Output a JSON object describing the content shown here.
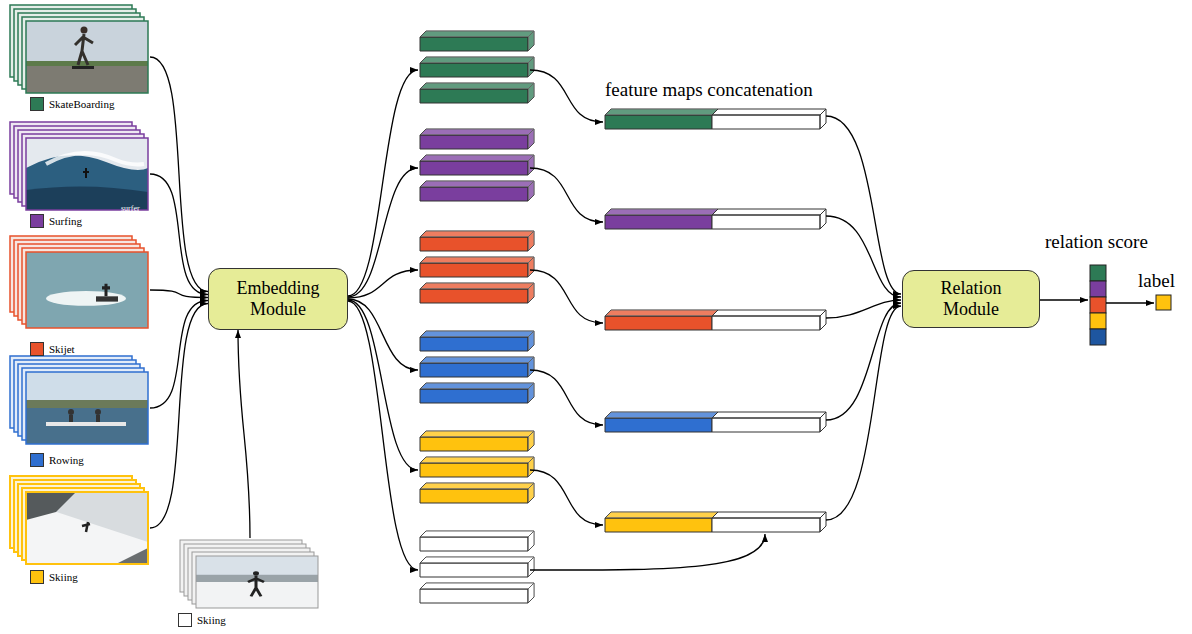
{
  "diagram": {
    "nodes": [
      {
        "text": [
          "SkateBoarding"
        ]
      },
      {
        "text": [
          "Surfing"
        ]
      },
      {
        "text": [
          "Skijet"
        ]
      },
      {
        "text": [
          "Rowing"
        ]
      },
      {
        "text": [
          "Skiing"
        ]
      },
      {
        "text": [
          "Skiing"
        ]
      },
      {
        "text": [
          "Embedding Module"
        ]
      },
      {
        "text": [
          "Relation Module"
        ]
      }
    ],
    "edges": [
      {
        "from": 0,
        "to": 6,
        "arrow": "to"
      },
      {
        "from": 1,
        "to": 6,
        "arrow": "to"
      },
      {
        "from": 2,
        "to": 6,
        "arrow": "to"
      },
      {
        "from": 3,
        "to": 6,
        "arrow": "to"
      },
      {
        "from": 4,
        "to": 6,
        "arrow": "to"
      },
      {
        "from": 5,
        "to": 6,
        "arrow": "to"
      }
    ],
    "labels": [
      "feature maps concatenation",
      "relation score",
      "label",
      "surfer"
    ]
  }
}
